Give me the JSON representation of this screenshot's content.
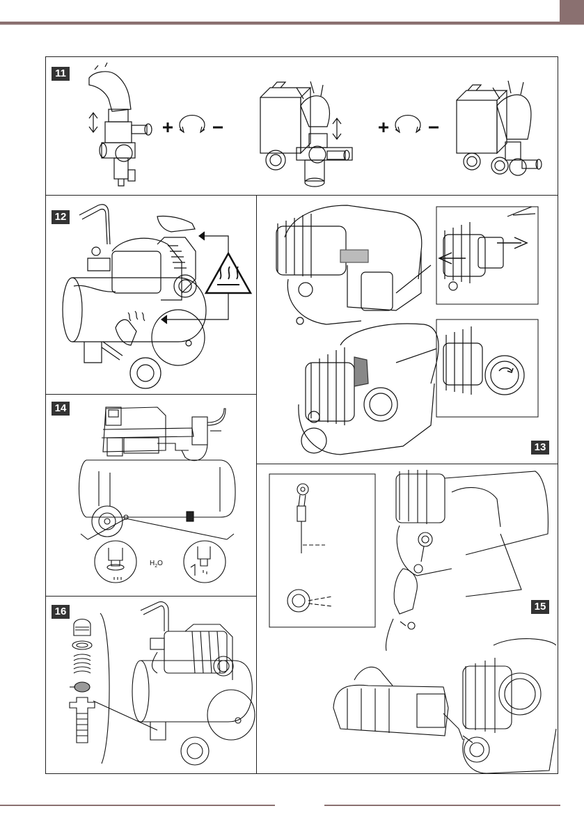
{
  "figures": {
    "fig11": {
      "label": "11"
    },
    "fig12": {
      "label": "12"
    },
    "fig13": {
      "label": "13"
    },
    "fig14": {
      "label": "14",
      "water_label": "H",
      "water_sub": "2",
      "water_suffix": "O"
    },
    "fig15": {
      "label": "15"
    },
    "fig16": {
      "label": "16"
    }
  },
  "colors": {
    "accent": "#8a7070",
    "badge": "#333333"
  }
}
